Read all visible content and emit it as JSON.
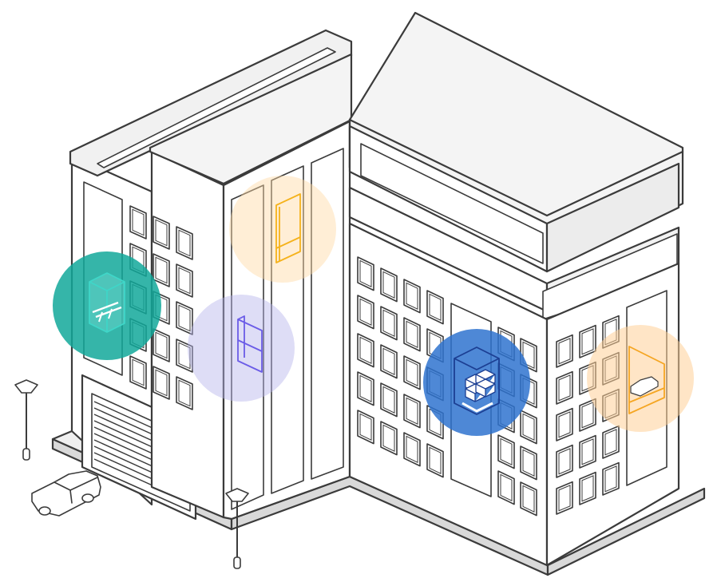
{
  "colors": {
    "background": "#ffffff",
    "outline": "#3b3b3b",
    "roof": "#f4f4f4",
    "wall_light": "#ffffff",
    "wall_shade": "#ececec",
    "base": "#d9d9d9"
  },
  "hotspots": [
    {
      "id": "drone-delivery",
      "icon": "drone-icon",
      "circle_color": "#12a89a",
      "circle_opacity": 0.85,
      "line_color": "#3fd6c8"
    },
    {
      "id": "shelving-storage",
      "icon": "shelf-icon",
      "circle_color": "#b6b3ea",
      "circle_opacity": 0.45,
      "line_color": "#6b5ce7"
    },
    {
      "id": "lift-shaft",
      "icon": "lift-icon",
      "circle_color": "#ffd9a3",
      "circle_opacity": 0.45,
      "line_color": "#f5b21b"
    },
    {
      "id": "pallet-storage",
      "icon": "pallet-boxes-icon",
      "circle_color": "#2f73cf",
      "circle_opacity": 0.85,
      "line_color": "#1c3f93"
    },
    {
      "id": "vehicle-parking",
      "icon": "car-icon",
      "circle_color": "#ffcf97",
      "circle_opacity": 0.55,
      "line_color": "#f5a623"
    }
  ],
  "scene_objects": [
    "street-lamp-icon",
    "street-lamp-icon",
    "car-icon",
    "garage-door-icon"
  ]
}
